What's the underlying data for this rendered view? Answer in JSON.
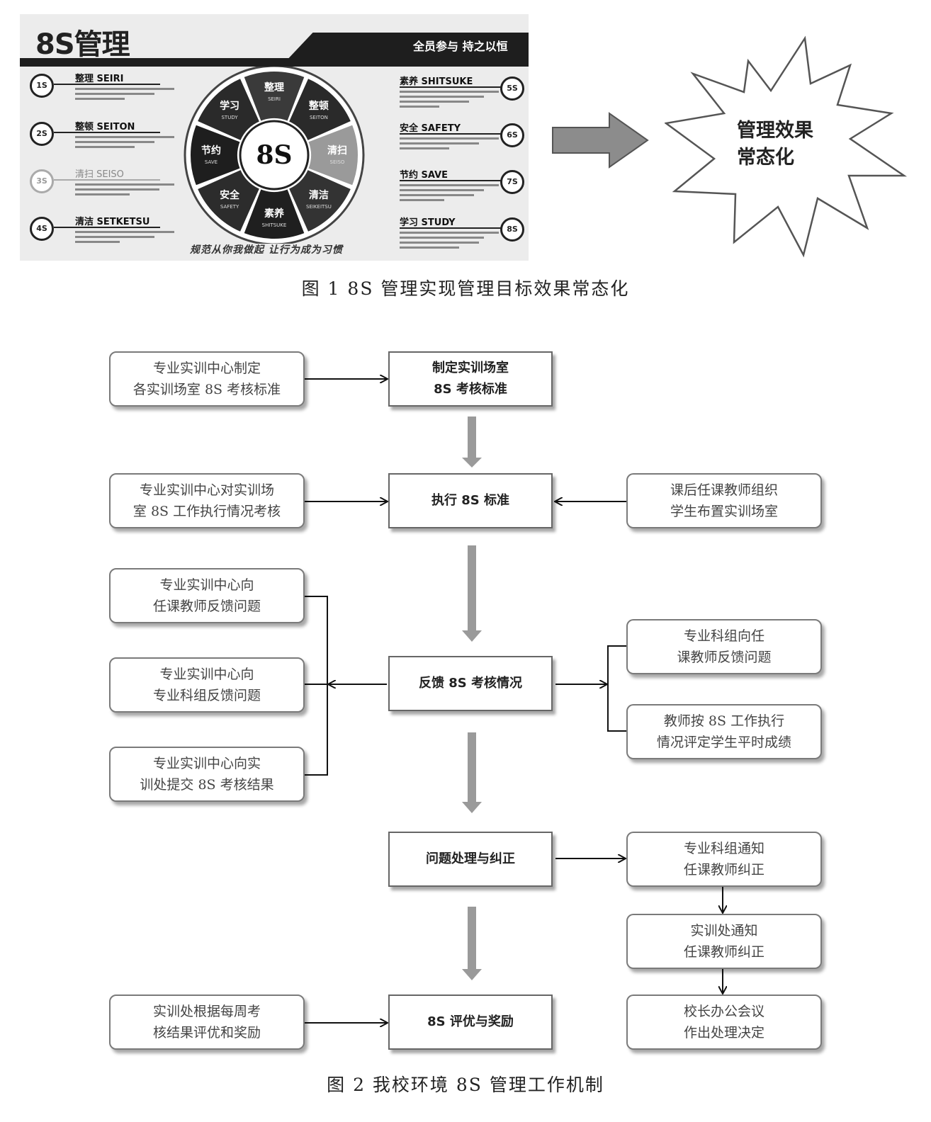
{
  "figure1": {
    "poster": {
      "title": "8S管理",
      "slogan_top": "全员参与  持之以恒",
      "center_label": "8S",
      "slogan_bottom": "规范从你我做起    让行为成为习惯",
      "left_items": [
        {
          "badge": "1S",
          "name": "整理  SEIRI"
        },
        {
          "badge": "2S",
          "name": "整顿  SEITON"
        },
        {
          "badge": "3S",
          "name": "清扫  SEISO"
        },
        {
          "badge": "4S",
          "name": "清洁  SETKETSU"
        }
      ],
      "right_items": [
        {
          "badge": "5S",
          "name": "素养  SHITSUKE"
        },
        {
          "badge": "6S",
          "name": "安全  SAFETY"
        },
        {
          "badge": "7S",
          "name": "节约  SAVE"
        },
        {
          "badge": "8S",
          "name": "学习  STUDY"
        }
      ],
      "wheel": [
        {
          "zh": "整理",
          "en": "SEIRI"
        },
        {
          "zh": "整顿",
          "en": "SEITON"
        },
        {
          "zh": "清扫",
          "en": "SEISO"
        },
        {
          "zh": "清洁",
          "en": "SEIKEITSU"
        },
        {
          "zh": "素养",
          "en": "SHITSUKE"
        },
        {
          "zh": "安全",
          "en": "SAFETY"
        },
        {
          "zh": "节约",
          "en": "SAVE"
        },
        {
          "zh": "学习",
          "en": "STUDY"
        }
      ]
    },
    "star_text_line1": "管理效果",
    "star_text_line2": "常态化",
    "caption": "图 1   8S 管理实现管理目标效果常态化"
  },
  "figure2": {
    "main_steps": {
      "step1": "制定实训场室\n8S 考核标准",
      "step2": "执行 8S 标准",
      "step3": "反馈 8S 考核情况",
      "step4": "问题处理与纠正",
      "step5": "8S 评优与奖励"
    },
    "left_boxes": {
      "l1": "专业实训中心制定\n各实训场室 8S 考核标准",
      "l2": "专业实训中心对实训场\n室 8S 工作执行情况考核",
      "l3": "专业实训中心向\n任课教师反馈问题",
      "l4": "专业实训中心向\n专业科组反馈问题",
      "l5": "专业实训中心向实\n训处提交 8S 考核结果",
      "l6": "实训处根据每周考\n核结果评优和奖励"
    },
    "right_boxes": {
      "r1": "课后任课教师组织\n学生布置实训场室",
      "r2": "专业科组向任\n课教师反馈问题",
      "r3": "教师按 8S 工作执行\n情况评定学生平时成绩",
      "r4": "专业科组通知\n任课教师纠正",
      "r5": "实训处通知\n任课教师纠正",
      "r6": "校长办公会议\n作出处理决定"
    },
    "caption": "图 2   我校环境 8S 管理工作机制"
  }
}
